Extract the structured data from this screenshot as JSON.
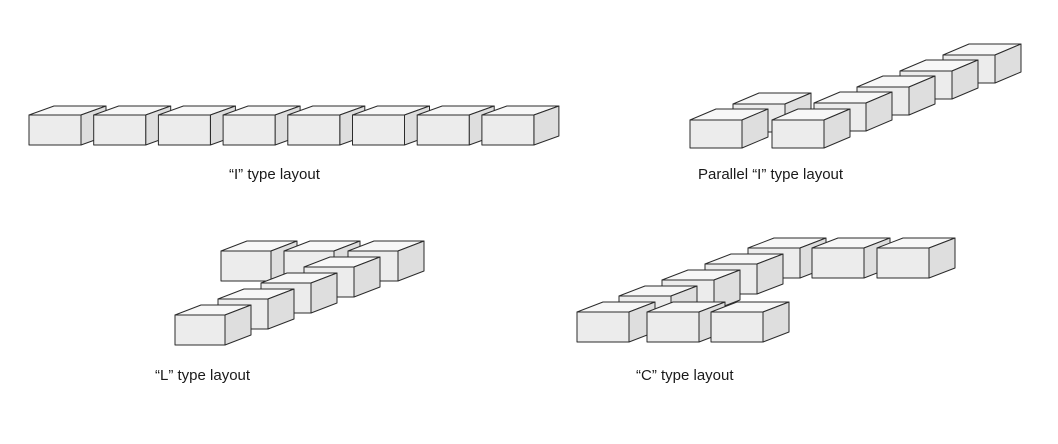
{
  "captions": {
    "i_layout": "“I” type layout",
    "parallel_i_layout": "Parallel “I” type layout",
    "l_layout": "“L” type layout",
    "c_layout": "“C” type layout"
  },
  "colors": {
    "box_front": "#ececec",
    "box_top": "#f7f7f7",
    "box_side": "#dedede",
    "stroke": "#2b2b2b"
  }
}
